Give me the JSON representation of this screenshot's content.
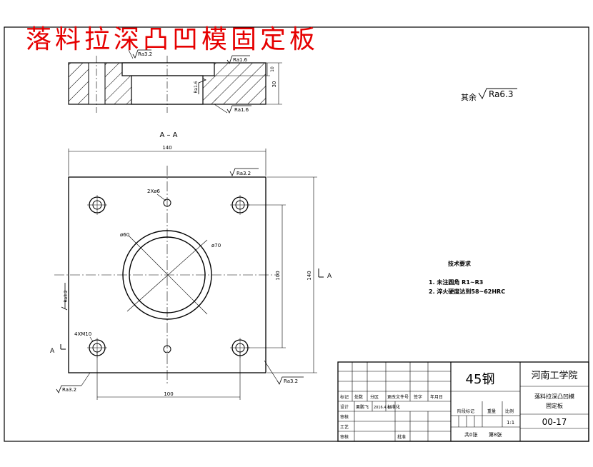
{
  "title_red": "落料拉深凸凹模固定板",
  "section_label": "A – A",
  "section_arrow_left": "A",
  "section_arrow_right": "A",
  "roughness": {
    "general_prefix": "其余",
    "general_value": "Ra6.3",
    "top_left": "Ra3.2",
    "top_right": "Ra1.6",
    "bore_side": "Ra1.6",
    "bottom": "Ra1.6",
    "plate_top_right": "Ra3.2",
    "plate_left_side": "Ra3.2",
    "plate_bottom_left": "Ra3.2",
    "plate_bottom_right": "Ra3.2"
  },
  "dims": {
    "width_140": "140",
    "height_140": "140",
    "spacing_100_h": "100",
    "spacing_100_v": "100",
    "thickness_30": "30",
    "step_10": "10",
    "bore_60": "ø60",
    "outer_70": "ø70",
    "pin_holes": "2Xø6",
    "screw_holes": "4XM10"
  },
  "tech_notes": {
    "heading": "技术要求",
    "items": [
      "1. 未注圆角 R1~R3",
      "2. 淬火硬度达到58~62HRC"
    ]
  },
  "title_block": {
    "material": "45钢",
    "school": "河南工学院",
    "part_name_1": "落料拉深凸凹模",
    "part_name_2": "固定板",
    "drawing_no": "00-17",
    "scale": "1:1",
    "sheet_total": "共0张",
    "sheet_no": "第8张",
    "col_headers": [
      "标记",
      "处数",
      "分区",
      "更改文件号",
      "签字",
      "年月日"
    ],
    "row_design": "设计",
    "designer": "栗鹏飞",
    "design_date": "2016.4.10",
    "row_standard": "标准化",
    "row_review": "审核",
    "row_process": "工艺",
    "row_approve": "批准",
    "row_check": "审核",
    "stage_label": "阶段标记",
    "weight_label": "重量",
    "scale_label": "比例"
  }
}
